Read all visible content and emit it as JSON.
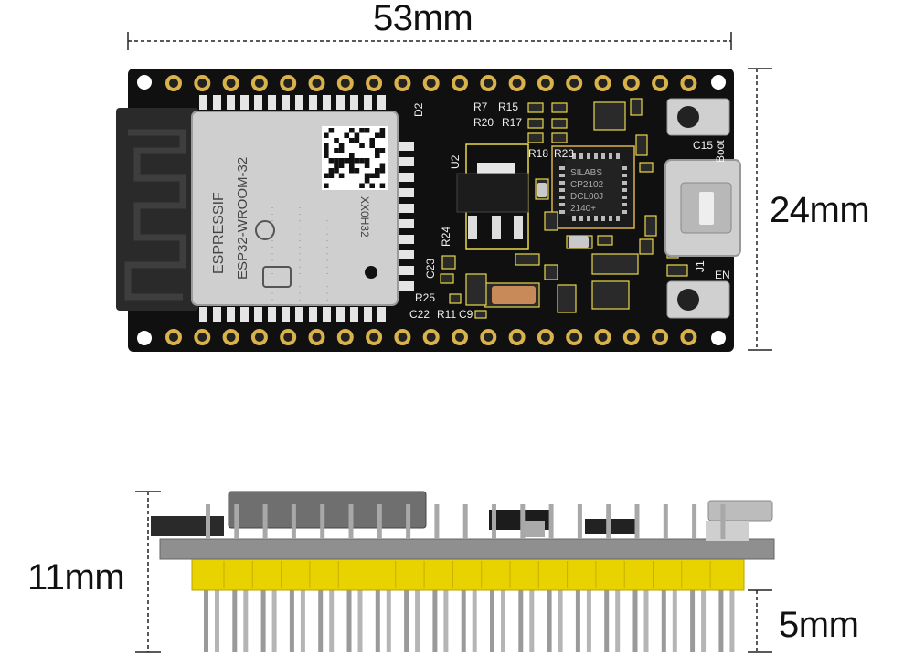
{
  "dimensions": {
    "length": "53mm",
    "width": "24mm",
    "height": "11mm",
    "pin_length": "5mm"
  },
  "module": {
    "brand": "ESPRESSIF",
    "model": "ESP32-WROOM-32",
    "marking": "XX0H32"
  },
  "chip": {
    "maker": "SILABS",
    "part": "CP2102",
    "code1": "DCL00J",
    "code2": "2140+"
  },
  "silkscreen": {
    "r7": "R7",
    "r15": "R15",
    "r20": "R20",
    "r17": "R17",
    "r18": "R18",
    "r23": "R23",
    "r24": "R24",
    "r25": "R25",
    "r11": "R11",
    "c9": "C9",
    "c22": "C22",
    "c23": "C23",
    "c15": "C15",
    "boot": "Boot",
    "en": "EN",
    "u2": "U2",
    "d2": "D2",
    "j1": "J1"
  },
  "colors": {
    "pcb": "#111111",
    "silkscreen_yellow": "#e8d84a",
    "module_shield": "#c9c9c9",
    "antenna": "#2a2a2a",
    "header_yellow": "#e8d200",
    "gold_pad": "#d9b24a"
  }
}
